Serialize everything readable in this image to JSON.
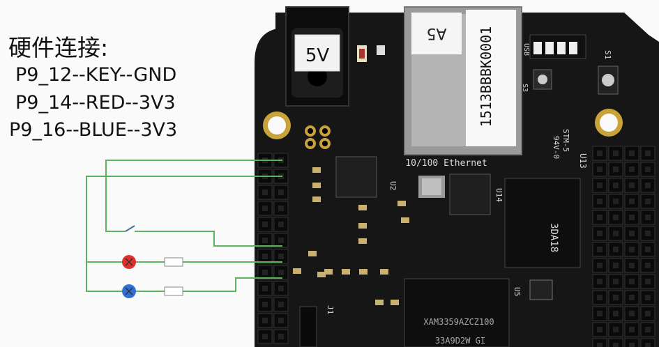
{
  "heading": "硬件连接:",
  "connections": [
    {
      "label": "P9_12--KEY--GND"
    },
    {
      "label": "P9_14--RED--3V3"
    },
    {
      "label": "P9_16--BLUE--3V3"
    }
  ],
  "board": {
    "power_label": "5V",
    "eth_sticker_a": "A5",
    "eth_sticker_serial": "1513BBBK0001",
    "eth_silk": "10/100 Ethernet",
    "chip_label": "XAM3359AZCZ100",
    "chip_sub": "33A9D2W GI",
    "mem_label": "3DA18",
    "label_u13": "U13",
    "label_u14": "U14",
    "label_u2": "U2",
    "label_u5": "U5",
    "label_s1": "S1",
    "label_stm": "STM-5",
    "label_94v": "94V-0",
    "label_usb": "USB",
    "label_s3": "S3",
    "label_j1": "J1"
  },
  "colors": {
    "wire": "#5ab45a",
    "led_red": "#e0302e",
    "led_blue": "#2f6fd6",
    "board": "#151515"
  }
}
